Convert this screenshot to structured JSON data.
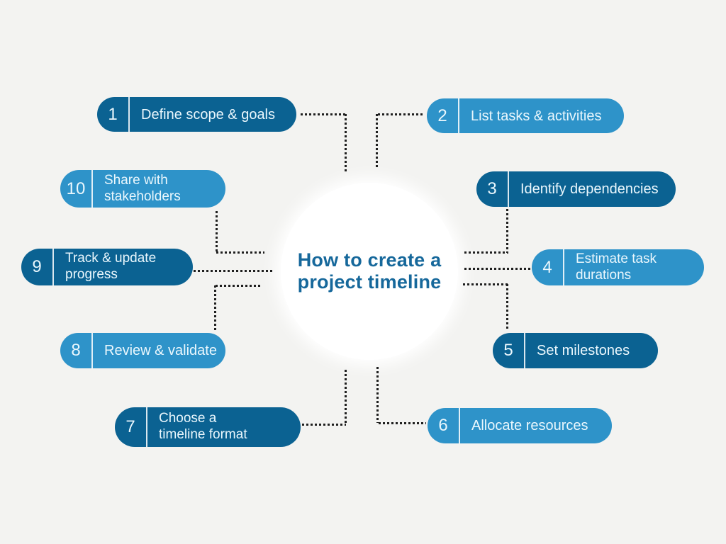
{
  "title": {
    "line1": "How to create a",
    "line2": "project timeline"
  },
  "colors": {
    "background": "#f3f3f1",
    "dark_pill": "#0b6292",
    "light_pill": "#2e93c9",
    "pill_text": "#eaf7fd",
    "title_text": "#16689b",
    "connector_dots": "#1f1f1f",
    "center_circle": "#ffffff"
  },
  "steps": [
    {
      "number": "1",
      "label": "Define scope & goals",
      "tone": "dark"
    },
    {
      "number": "2",
      "label": "List tasks & activities",
      "tone": "light"
    },
    {
      "number": "3",
      "label": "Identify dependencies",
      "tone": "dark"
    },
    {
      "number": "4",
      "label": "Estimate task\ndurations",
      "tone": "light"
    },
    {
      "number": "5",
      "label": "Set milestones",
      "tone": "dark"
    },
    {
      "number": "6",
      "label": "Allocate resources",
      "tone": "light"
    },
    {
      "number": "7",
      "label": "Choose a\ntimeline format",
      "tone": "dark"
    },
    {
      "number": "8",
      "label": "Review & validate",
      "tone": "light"
    },
    {
      "number": "9",
      "label": "Track & update\nprogress",
      "tone": "dark"
    },
    {
      "number": "10",
      "label": "Share with\nstakeholders",
      "tone": "light"
    }
  ]
}
